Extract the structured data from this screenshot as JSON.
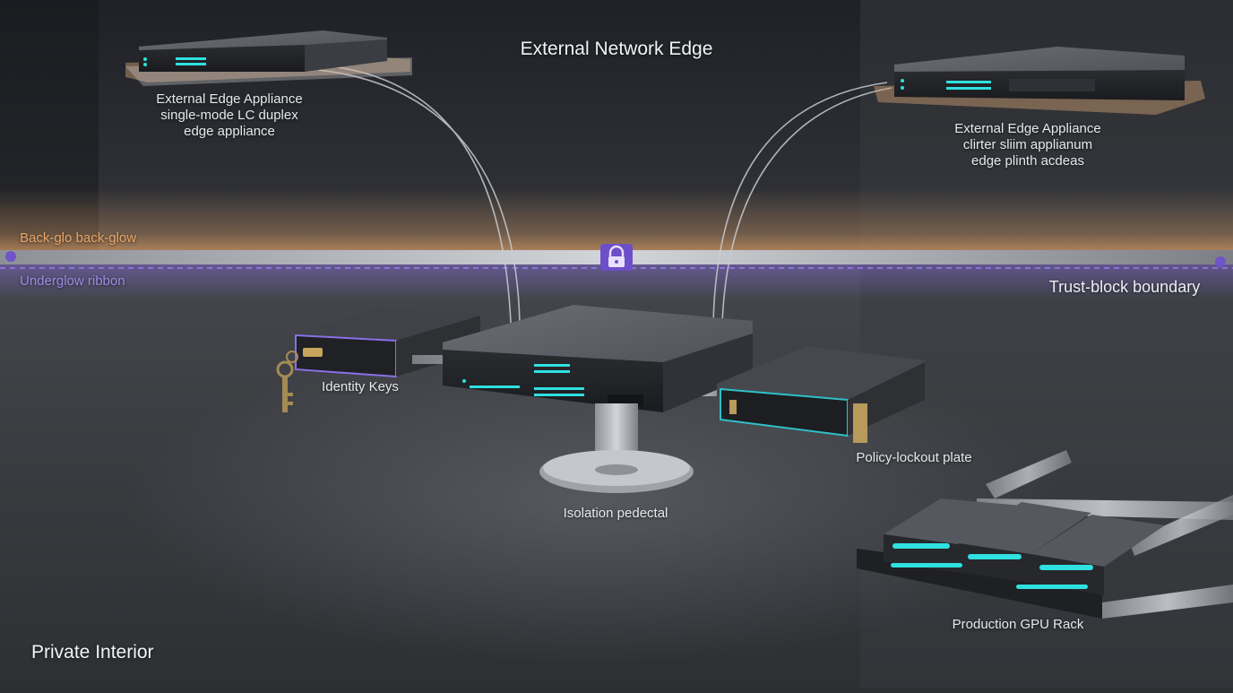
{
  "scene": {
    "top_title": "External Network Edge",
    "bottom_title": "Private Interior",
    "boundary_label": "Trust-block boundary",
    "back_glow_label": "Back-glo back-glow",
    "underglow_label": "Underglow ribbon"
  },
  "edge_left": {
    "lines": [
      "External Edge Appliance",
      "single-mode LC duplex",
      "edge appliance"
    ]
  },
  "edge_right": {
    "lines": [
      "External Edge Appliance",
      "clirter sliim applianum",
      "edge plinth acdeas"
    ]
  },
  "interior": {
    "identity_label": "Identity Keys",
    "pedestal_label": "Isolation pedectal",
    "lockout_label": "Policy-lockout plate",
    "gpu_label": "Production GPU Rack"
  },
  "colors": {
    "warm_glow": "#e7a66a",
    "violet_glow": "#8a6fe6",
    "teal_led": "#2fe0e0",
    "chassis": "#3b3e44"
  },
  "icons": {
    "boundary_lock": "lock-icon",
    "identity_key": "key-icon"
  }
}
